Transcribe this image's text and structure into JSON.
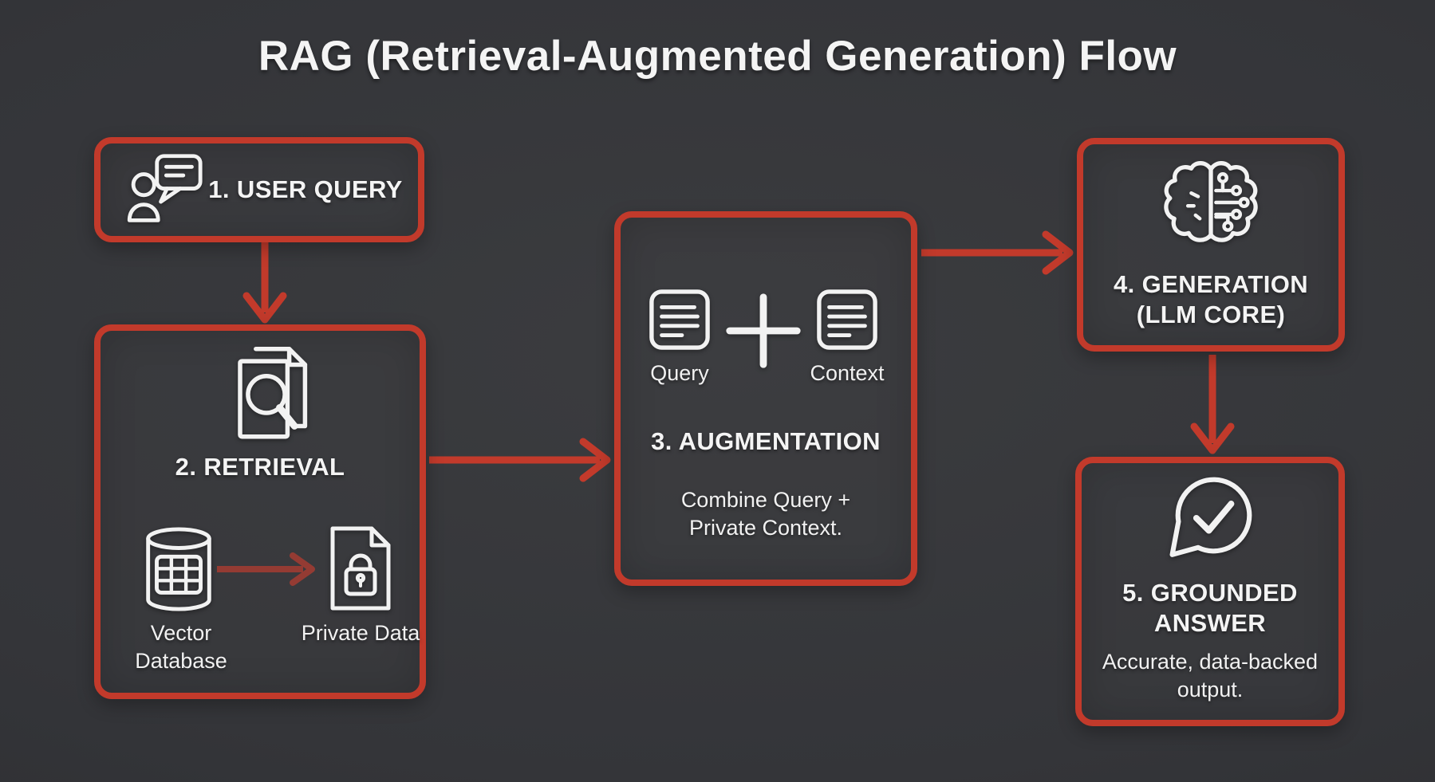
{
  "title": "RAG (Retrieval-Augmented Generation) Flow",
  "colors": {
    "accent": "#c23a2b",
    "background": "#343539",
    "text": "#f4f4f4"
  },
  "boxes": {
    "user_query": {
      "label": "1. USER QUERY",
      "icon": "user-chat-icon"
    },
    "retrieval": {
      "label": "2. RETRIEVAL",
      "icon": "search-documents-icon",
      "vector_database": {
        "label": "Vector Database",
        "icon": "database-icon"
      },
      "private_data": {
        "label": "Private Data",
        "icon": "locked-document-icon"
      }
    },
    "augmentation": {
      "label": "3. AUGMENTATION",
      "query": {
        "label": "Query",
        "icon": "document-lines-icon"
      },
      "plus": "+",
      "context": {
        "label": "Context",
        "icon": "document-lines-icon"
      },
      "description": "Combine Query + Private Context."
    },
    "generation": {
      "label": "4. GENERATION (LLM CORE)",
      "icon": "brain-circuit-icon"
    },
    "grounded_answer": {
      "label": "5. GROUNDED ANSWER",
      "description": "Accurate, data-backed output.",
      "icon": "check-bubble-icon"
    }
  },
  "arrows": [
    {
      "from": "user_query",
      "to": "retrieval"
    },
    {
      "from": "retrieval",
      "to": "augmentation"
    },
    {
      "from": "augmentation",
      "to": "generation"
    },
    {
      "from": "generation",
      "to": "grounded_answer"
    },
    {
      "from": "vector_database",
      "to": "private_data"
    }
  ]
}
